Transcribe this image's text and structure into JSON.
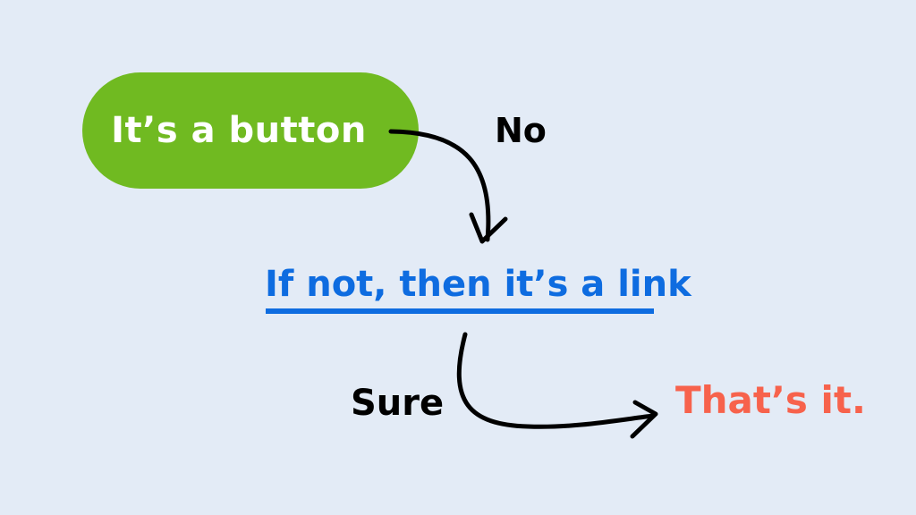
{
  "diagram": {
    "start_node": {
      "label": "It’s a button",
      "color": "#70ba21",
      "shape": "pill"
    },
    "edge_no": {
      "label": "No"
    },
    "middle_node": {
      "label": "If not, then it’s a link",
      "color": "#0e6ce0",
      "style": "underlined-link"
    },
    "edge_sure": {
      "label": "Sure"
    },
    "end_node": {
      "label": "That’s it.",
      "color": "#f7624c"
    },
    "background": "#e3ebf6"
  }
}
